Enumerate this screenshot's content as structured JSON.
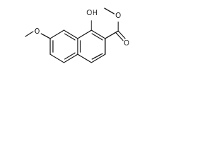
{
  "molecule": {
    "atom_labels": {
      "hydroxyl_O": "O",
      "hydroxyl_H": "H",
      "ester_carbonyl_O": "O",
      "ester_ether_O": "O",
      "methoxy_O": "O"
    }
  }
}
